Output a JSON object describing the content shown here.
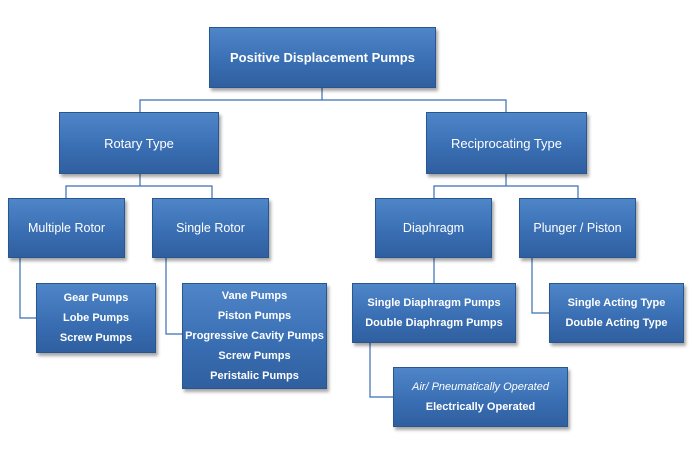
{
  "title": "Positive Displacement Pumps",
  "branches": {
    "rotary": {
      "label": "Rotary Type",
      "multiple_rotor": {
        "label": "Multiple Rotor",
        "items": [
          "Gear Pumps",
          "Lobe Pumps",
          "Screw Pumps"
        ]
      },
      "single_rotor": {
        "label": "Single Rotor",
        "items": [
          "Vane Pumps",
          "Piston Pumps",
          "Progressive Cavity Pumps",
          "Screw Pumps",
          "Peristalic Pumps"
        ]
      }
    },
    "reciprocating": {
      "label": "Reciprocating Type",
      "diaphragm": {
        "label": "Diaphragm",
        "items": [
          "Single Diaphragm  Pumps",
          "Double Diaphragm  Pumps"
        ],
        "operation": [
          "Air/ Pneumatically Operated",
          "Electrically Operated"
        ]
      },
      "plunger": {
        "label": "Plunger / Piston",
        "items": [
          "Single Acting  Type",
          "Double Acting Type"
        ]
      }
    }
  },
  "colors": {
    "box_fill": "#3a6fb4",
    "box_border": "#2a5690",
    "connector": "#3a6fb4",
    "text": "#ffffff"
  }
}
